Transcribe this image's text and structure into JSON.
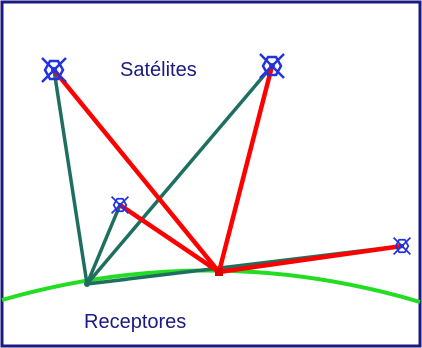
{
  "diagram": {
    "satellites_label": "Satélites",
    "receivers_label": "Receptores",
    "satellites": [
      "satellite-1",
      "satellite-2",
      "satellite-3",
      "satellite-4"
    ],
    "receivers": [
      "receiver-1",
      "receiver-2"
    ],
    "colors": {
      "border": "#1a1a80",
      "ground": "#22dd22",
      "signal_receiver_1": "#1f6f60",
      "signal_receiver_2": "#ff0000",
      "satellite": "#2233dd",
      "label": "#1a1a80"
    },
    "icons": {
      "satellite": "satellite-icon",
      "receiver": "receiver-icon"
    }
  }
}
